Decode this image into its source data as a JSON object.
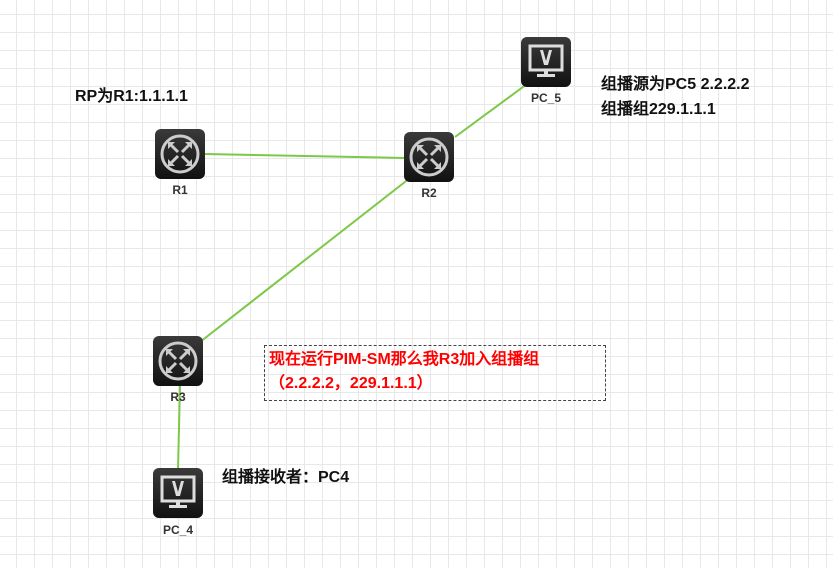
{
  "devices": {
    "r1": {
      "label": "R1",
      "type": "router"
    },
    "r2": {
      "label": "R2",
      "type": "router"
    },
    "r3": {
      "label": "R3",
      "type": "router"
    },
    "pc5": {
      "label": "PC_5",
      "type": "pc"
    },
    "pc4": {
      "label": "PC_4",
      "type": "pc"
    }
  },
  "link_color": "#7dc846",
  "annotations": {
    "rp": "RP为R1:1.1.1.1",
    "source_line1": "组播源为PC5 2.2.2.2",
    "source_line2": "组播组229.1.1.1",
    "receiver": "组播接收者：PC4",
    "note_line1": "现在运行PIM-SM那么我R3加入组播组",
    "note_line2": "（2.2.2.2，229.1.1.1）"
  }
}
